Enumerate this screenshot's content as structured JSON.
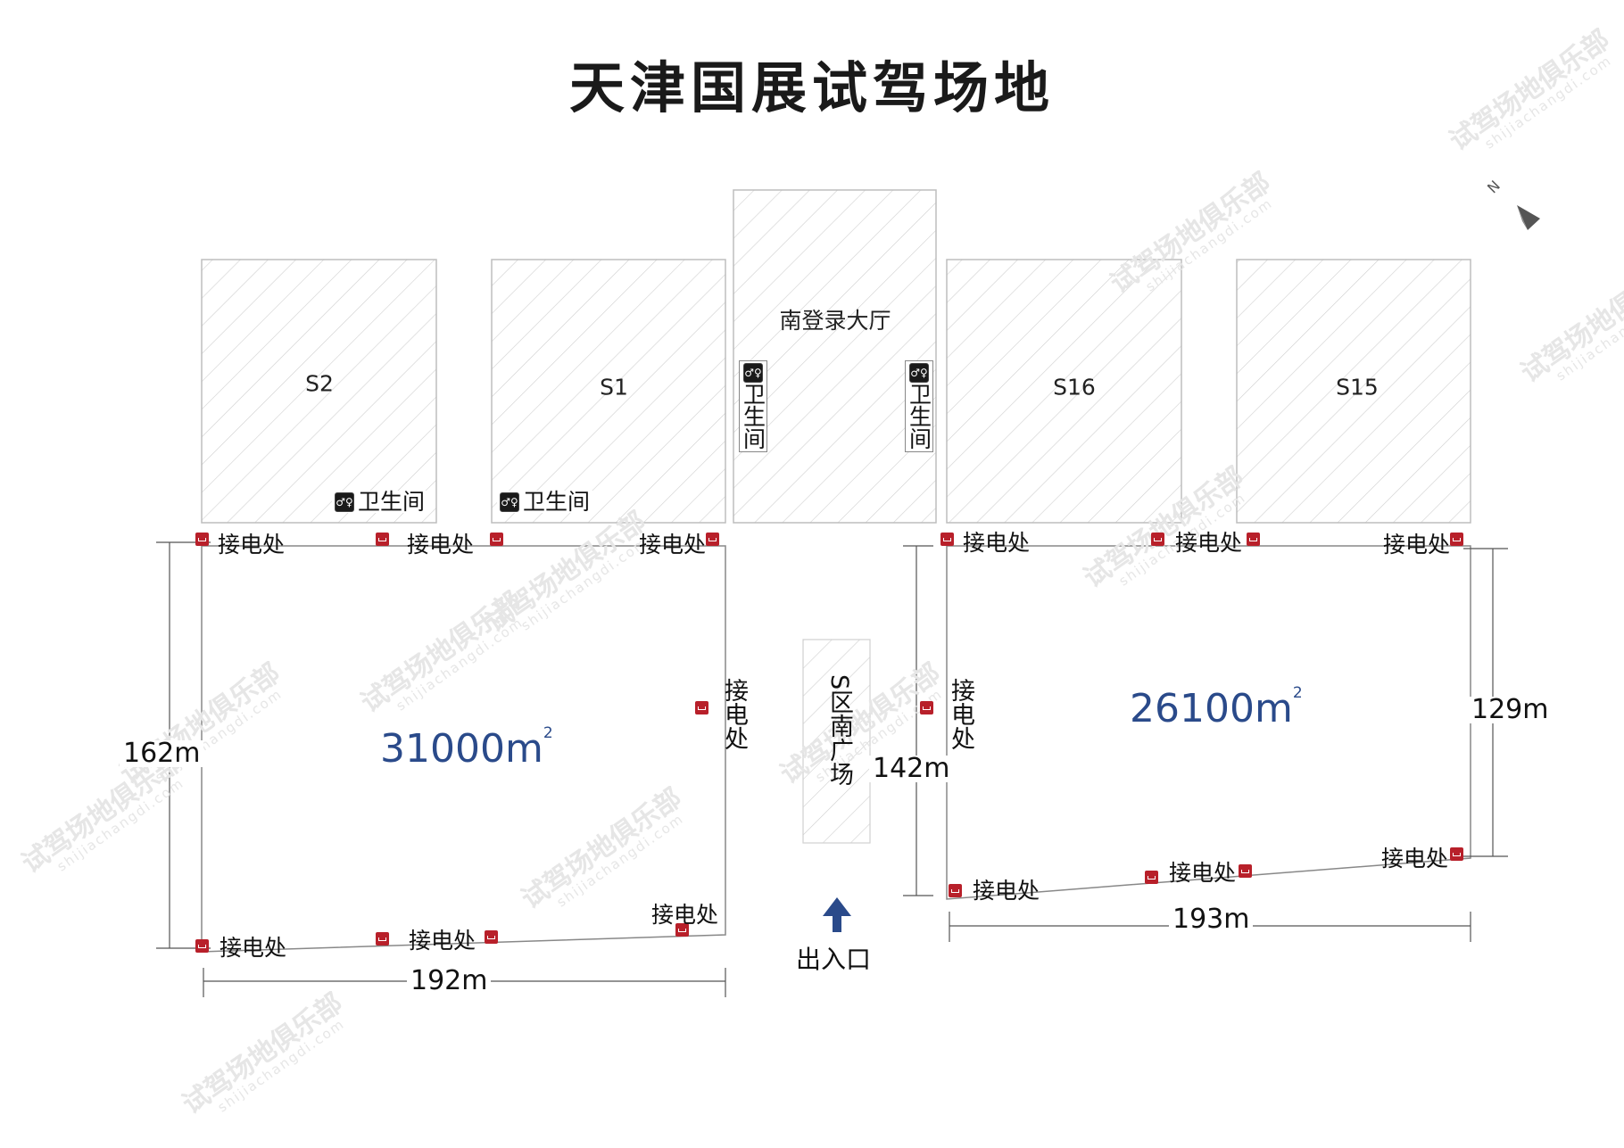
{
  "title": "天津国展试驾场地",
  "halls": [
    {
      "id": "s2",
      "label": "S2"
    },
    {
      "id": "s1",
      "label": "S1"
    },
    {
      "id": "lobby",
      "label": "南登录大厅"
    },
    {
      "id": "s16",
      "label": "S16"
    },
    {
      "id": "s15",
      "label": "S15"
    }
  ],
  "restroom": {
    "label": "卫生间",
    "icon": "restroom-icon"
  },
  "power_label": "接电处",
  "left_area": {
    "value": "31000m",
    "unit_sup": "2",
    "width": "192m",
    "height": "162m"
  },
  "right_area": {
    "value": "26100m",
    "unit_sup": "2",
    "width": "193m",
    "height": "129m",
    "gap_height": "142m"
  },
  "plaza": {
    "label": "S区南广场"
  },
  "entrance": {
    "label": "出入口",
    "icon": "up-arrow-icon"
  },
  "compass": {
    "letter": "N",
    "icon": "north-arrow-icon"
  },
  "watermark": {
    "text": "试驾场地俱乐部",
    "sub": "shijiachangdi.com",
    "logo": "试|俱"
  },
  "colors": {
    "area_text": "#2a4a8a",
    "power_marker": "#b8202a",
    "hatch": "#c8c8c8",
    "entrance_arrow": "#2a4a8a"
  }
}
